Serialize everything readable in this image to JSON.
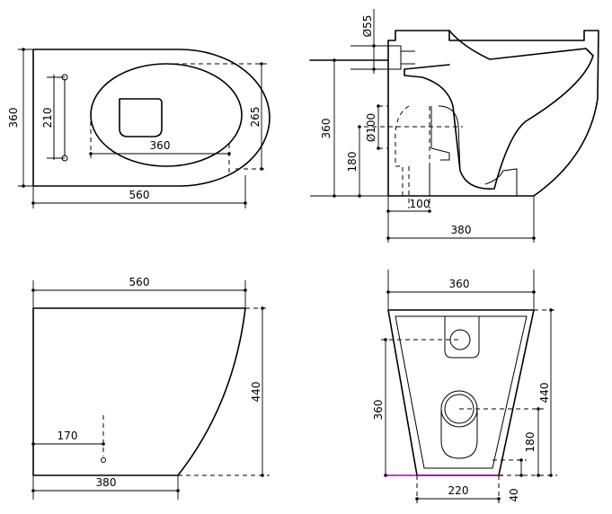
{
  "top_view": {
    "width_dim": "560",
    "height_dim": "360",
    "seat_dim": "360",
    "bowl_dim": "265",
    "bolt_dim": "210"
  },
  "side_section": {
    "pipe_dim": "Ø55",
    "height_dim": "360",
    "outlet_dim": "Ø100",
    "outlet_height": "180",
    "outlet_width": "100",
    "length_dim": "380"
  },
  "side_elevation": {
    "length_dim": "560",
    "height_dim": "440",
    "hole_offset": "170",
    "base_dim": "380"
  },
  "rear_view": {
    "width_dim": "360",
    "height_dim": "440",
    "inlet_height": "360",
    "outlet_height": "180",
    "base_width": "220",
    "base_gap": "40"
  }
}
